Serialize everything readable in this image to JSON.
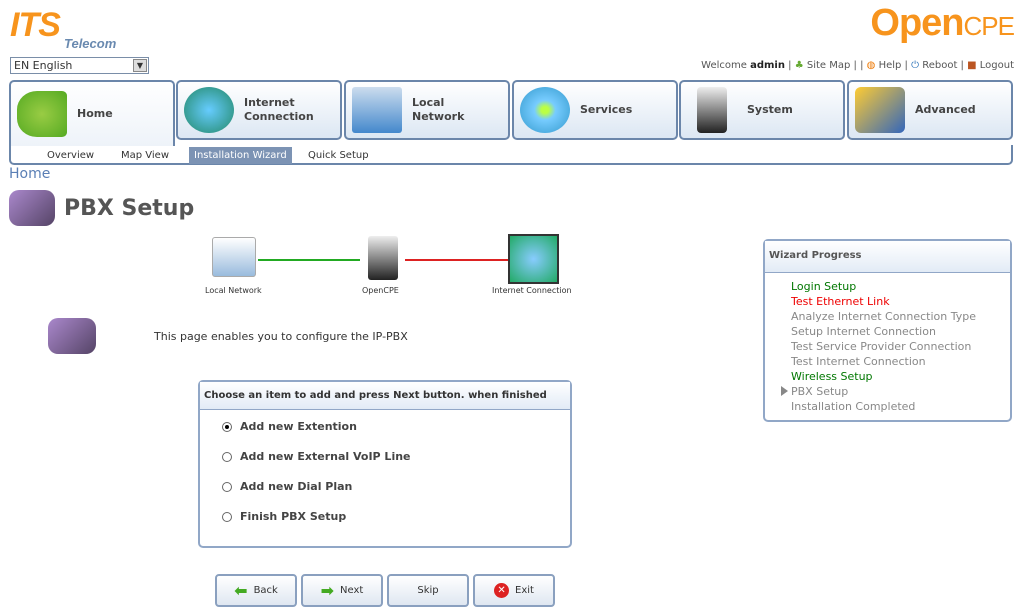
{
  "brand": {
    "left": "ITS",
    "left_sub": "Telecom",
    "right_a": "Open",
    "right_b": "CPE"
  },
  "language": "EN English",
  "toplinks": {
    "welcome": "Welcome",
    "user": "admin",
    "site_map": "Site Map",
    "help": "Help",
    "reboot": "Reboot",
    "logout": "Logout"
  },
  "tabs": [
    "Home",
    "Internet Connection",
    "Local Network",
    "Services",
    "System",
    "Advanced"
  ],
  "subtabs": [
    "Overview",
    "Map View",
    "Installation Wizard",
    "Quick Setup"
  ],
  "breadcrumb": "Home",
  "page_title": "PBX Setup",
  "diagram": {
    "nodes": [
      "Local Network",
      "OpenCPE",
      "Internet Connection"
    ],
    "link_colors": [
      "#22aa22",
      "#dd2222"
    ]
  },
  "intro": "This page enables you to configure the IP-PBX",
  "choose": {
    "header": "Choose an item to add and press Next button. when finished",
    "options": [
      "Add new Extention",
      "Add new External VoIP Line",
      "Add new Dial Plan",
      "Finish PBX Setup"
    ],
    "selected": 0
  },
  "buttons": {
    "back": "Back",
    "next": "Next",
    "skip": "Skip",
    "exit": "Exit"
  },
  "wizard": {
    "title": "Wizard Progress",
    "steps": [
      {
        "label": "Login Setup",
        "color": "#007700"
      },
      {
        "label": "Test Ethernet Link",
        "color": "#ee0000"
      },
      {
        "label": "Analyze Internet Connection Type",
        "color": "#888888"
      },
      {
        "label": "Setup Internet Connection",
        "color": "#888888"
      },
      {
        "label": "Test Service Provider Connection",
        "color": "#888888"
      },
      {
        "label": "Test Internet Connection",
        "color": "#888888"
      },
      {
        "label": "Wireless Setup",
        "color": "#007700"
      },
      {
        "label": "PBX Setup",
        "color": "#888888"
      },
      {
        "label": "Installation Completed",
        "color": "#888888"
      }
    ]
  }
}
